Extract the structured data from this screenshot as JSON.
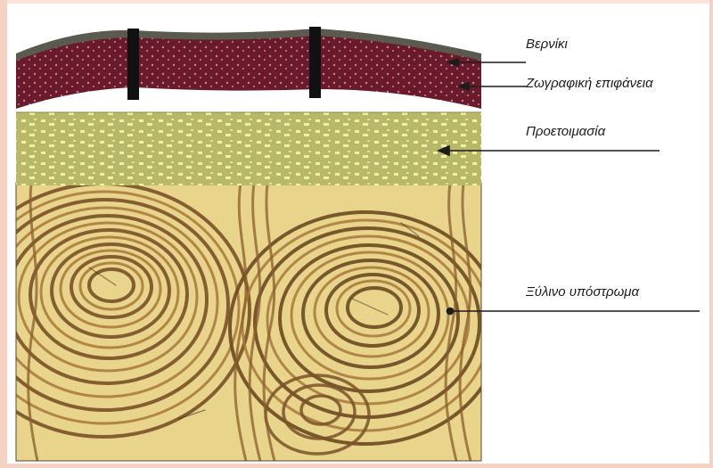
{
  "diagram": {
    "layers": [
      {
        "id": "varnish",
        "label": "Βερνίκι"
      },
      {
        "id": "paint",
        "label": "Ζωγραφική επιφάνεια"
      },
      {
        "id": "ground",
        "label": "Προετοιμασία"
      },
      {
        "id": "support",
        "label": "Ξύλινο υπόστρωμα"
      }
    ],
    "colors": {
      "varnish": "#5a5a4e",
      "paint": "#6a1a2a",
      "ground": "#c9c77a",
      "ground_flecks": "#f3ef9a",
      "wood_light": "#e8d48a",
      "wood_dark": "#7a5228"
    }
  }
}
